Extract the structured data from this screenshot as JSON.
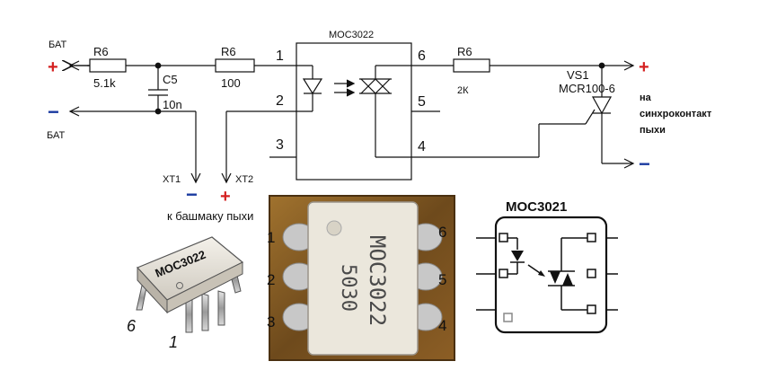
{
  "schematic": {
    "bat_plus_label": "БАТ",
    "bat_minus_label": "БАТ",
    "r1": {
      "name": "R6",
      "value": "5.1k"
    },
    "c5": {
      "name": "C5",
      "value": "10n"
    },
    "r2": {
      "name": "R6",
      "value": "100"
    },
    "ic": {
      "name": "MOC3022",
      "pins": [
        "1",
        "2",
        "3",
        "4",
        "5",
        "6"
      ]
    },
    "r3": {
      "name": "R6",
      "value": "2К"
    },
    "thyristor": {
      "name": "VS1",
      "part": "MCR100-6"
    },
    "right_note": [
      "на",
      "синхроконтакт",
      "пыхи"
    ],
    "xt1": "XT1",
    "xt2": "XT2",
    "xt_caption": "к башмаку пыхи",
    "plus_symbol": "+",
    "minus_symbol": "−",
    "plus_color": "#d42020",
    "minus_color": "#1a3aa0"
  },
  "photo_dip": {
    "marking": "MOC3022",
    "pin_left": "6",
    "pin_right": "1"
  },
  "photo_top": {
    "marking_line1": "MOC3022",
    "marking_line2": "5030",
    "pins_left": [
      "1",
      "2",
      "3"
    ],
    "pins_right": [
      "6",
      "5",
      "4"
    ]
  },
  "pinout": {
    "title": "MOC3021"
  }
}
